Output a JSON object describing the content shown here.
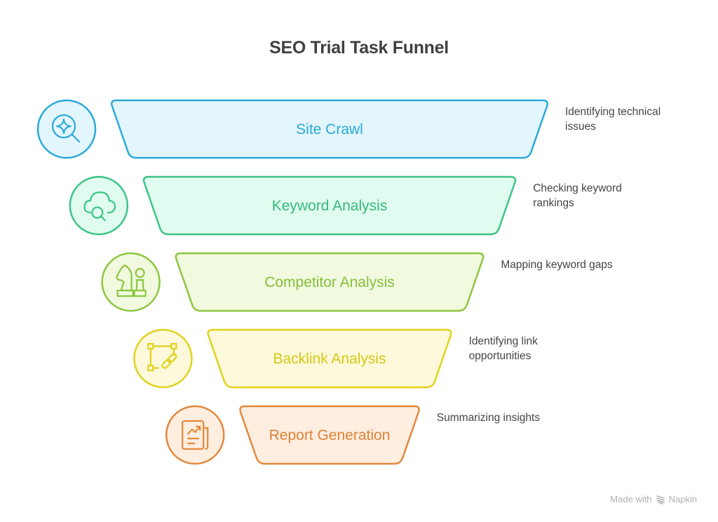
{
  "title": "SEO Trial Task Funnel",
  "stages": [
    {
      "label": "Site Crawl",
      "description": [
        "Identifying technical",
        "issues"
      ],
      "icon": "search-sparkle-icon",
      "stroke": "#2aa9d8",
      "fill": "#e3f6fd",
      "text": "#2aa9d8"
    },
    {
      "label": "Keyword Analysis",
      "description": [
        "Checking keyword",
        "rankings"
      ],
      "icon": "cloud-search-icon",
      "stroke": "#3cc486",
      "fill": "#e0fbef",
      "text": "#36b97c"
    },
    {
      "label": "Competitor Analysis",
      "description": [
        "Mapping keyword gaps"
      ],
      "icon": "chess-pieces-icon",
      "stroke": "#8cc63f",
      "fill": "#f1fadf",
      "text": "#86bd3c"
    },
    {
      "label": "Backlink Analysis",
      "description": [
        "Identifying link",
        "opportunities"
      ],
      "icon": "link-nodes-icon",
      "stroke": "#e1d21c",
      "fill": "#fdf9da",
      "text": "#d7c714"
    },
    {
      "label": "Report Generation",
      "description": [
        "Summarizing insights"
      ],
      "icon": "report-chart-icon",
      "stroke": "#e4883d",
      "fill": "#fdeee0",
      "text": "#e08238"
    }
  ],
  "credit": {
    "prefix": "Made with",
    "brand": "Napkin"
  }
}
